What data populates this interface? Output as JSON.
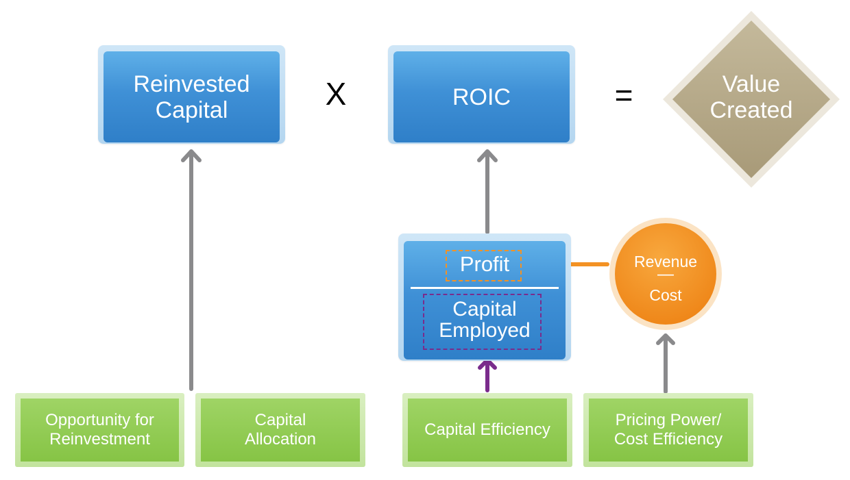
{
  "top": {
    "reinvested_capital": "Reinvested\nCapital",
    "multiply": "X",
    "roic": "ROIC",
    "equals": "=",
    "value_created": "Value\nCreated"
  },
  "roic_formula": {
    "numerator": "Profit",
    "denominator": "Capital\nEmployed"
  },
  "revenue_circle": {
    "revenue": "Revenue",
    "minus": "—",
    "cost": "Cost"
  },
  "drivers": [
    {
      "label": "Opportunity for\nReinvestment"
    },
    {
      "label": "Capital\nAllocation"
    },
    {
      "label": "Capital Efficiency"
    },
    {
      "label": "Pricing Power/\nCost Efficiency"
    }
  ],
  "colors": {
    "blue": "#3f90d6",
    "green": "#86c445",
    "orange": "#f39224",
    "tan": "#b5a888",
    "purple": "#7a2c8c",
    "gray_arrow": "#8a8a8c"
  }
}
